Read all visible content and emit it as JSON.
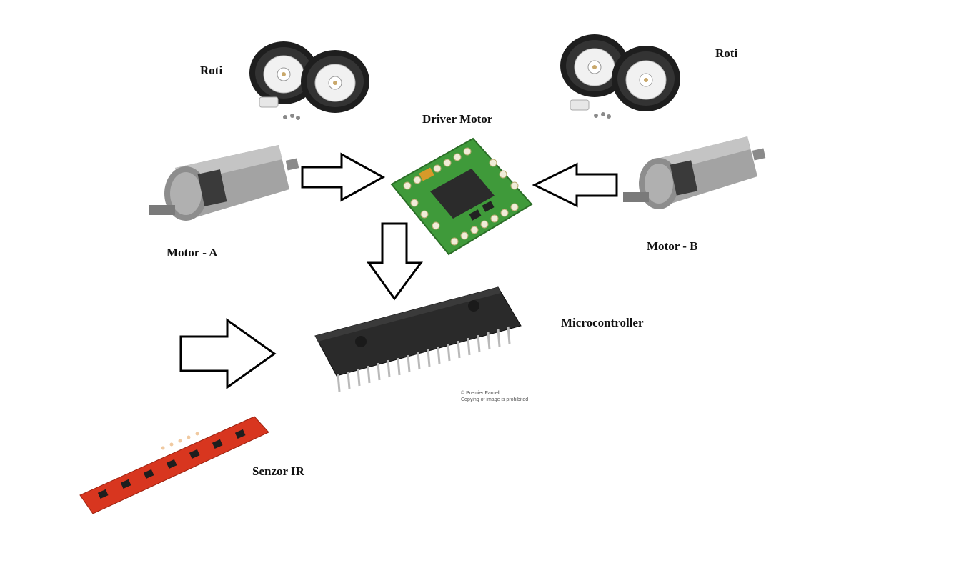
{
  "labels": {
    "wheels_left": "Roti",
    "wheels_right": "Roti",
    "driver_motor": "Driver Motor",
    "motor_a": "Motor - A",
    "motor_b": "Motor - B",
    "microcontroller": "Microcontroller",
    "ir_sensor": "Senzor IR"
  },
  "image_credit": {
    "line1": "© Premier Farnell",
    "line2": "Copying of image is prohibited"
  },
  "colors": {
    "driver_board": "#3f9a3a",
    "chip_body": "#2a2a2a",
    "sensor_board": "#d8361f",
    "motor_body": "#9b9b9b",
    "wheel_tire": "#1e1e1e",
    "arrow_stroke": "#000000"
  }
}
